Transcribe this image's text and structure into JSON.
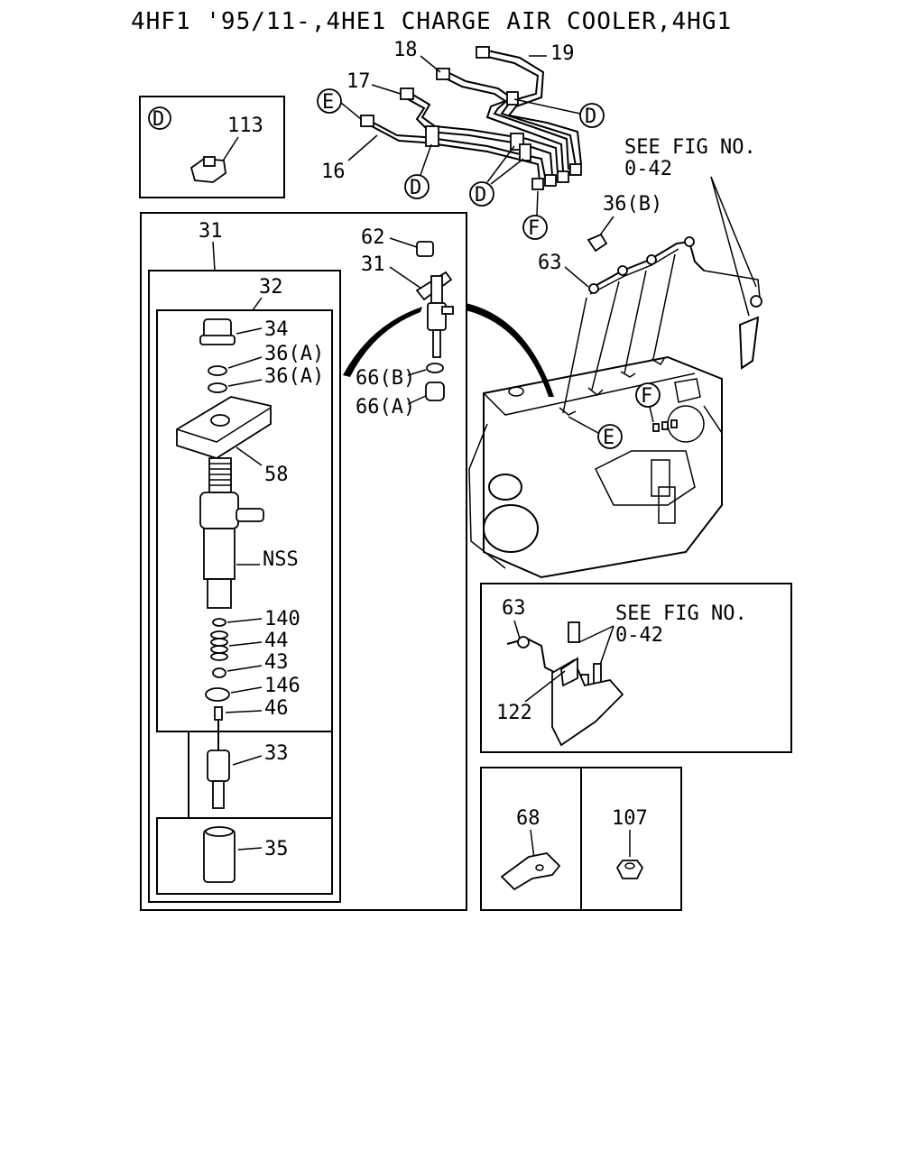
{
  "title": "4HF1 '95/11-,4HE1 CHARGE AIR COOLER,4HG1",
  "callouts": {
    "l16": "16",
    "l17": "17",
    "l18": "18",
    "l19": "19",
    "l113": "113",
    "l31a": "31",
    "l32": "32",
    "l34": "34",
    "l36a1": "36(A)",
    "l36a2": "36(A)",
    "l58": "58",
    "lnss": "NSS",
    "l140": "140",
    "l44": "44",
    "l43": "43",
    "l146": "146",
    "l46": "46",
    "l33": "33",
    "l35": "35",
    "l62": "62",
    "l31b": "31",
    "l66b": "66(B)",
    "l66a": "66(A)",
    "l36b": "36(B)",
    "l63a": "63",
    "l63b": "63",
    "l122": "122",
    "l68": "68",
    "l107": "107"
  },
  "refs": {
    "see1_a": "SEE FIG NO.",
    "see1_b": "0-42",
    "see2_a": "SEE FIG NO.",
    "see2_b": "0-42"
  },
  "markers": {
    "d_box": "D",
    "d_right": "D",
    "d_left": "D",
    "d_mid": "D",
    "e_top": "E",
    "e_engine": "E",
    "f_top": "F",
    "f_engine": "F"
  }
}
